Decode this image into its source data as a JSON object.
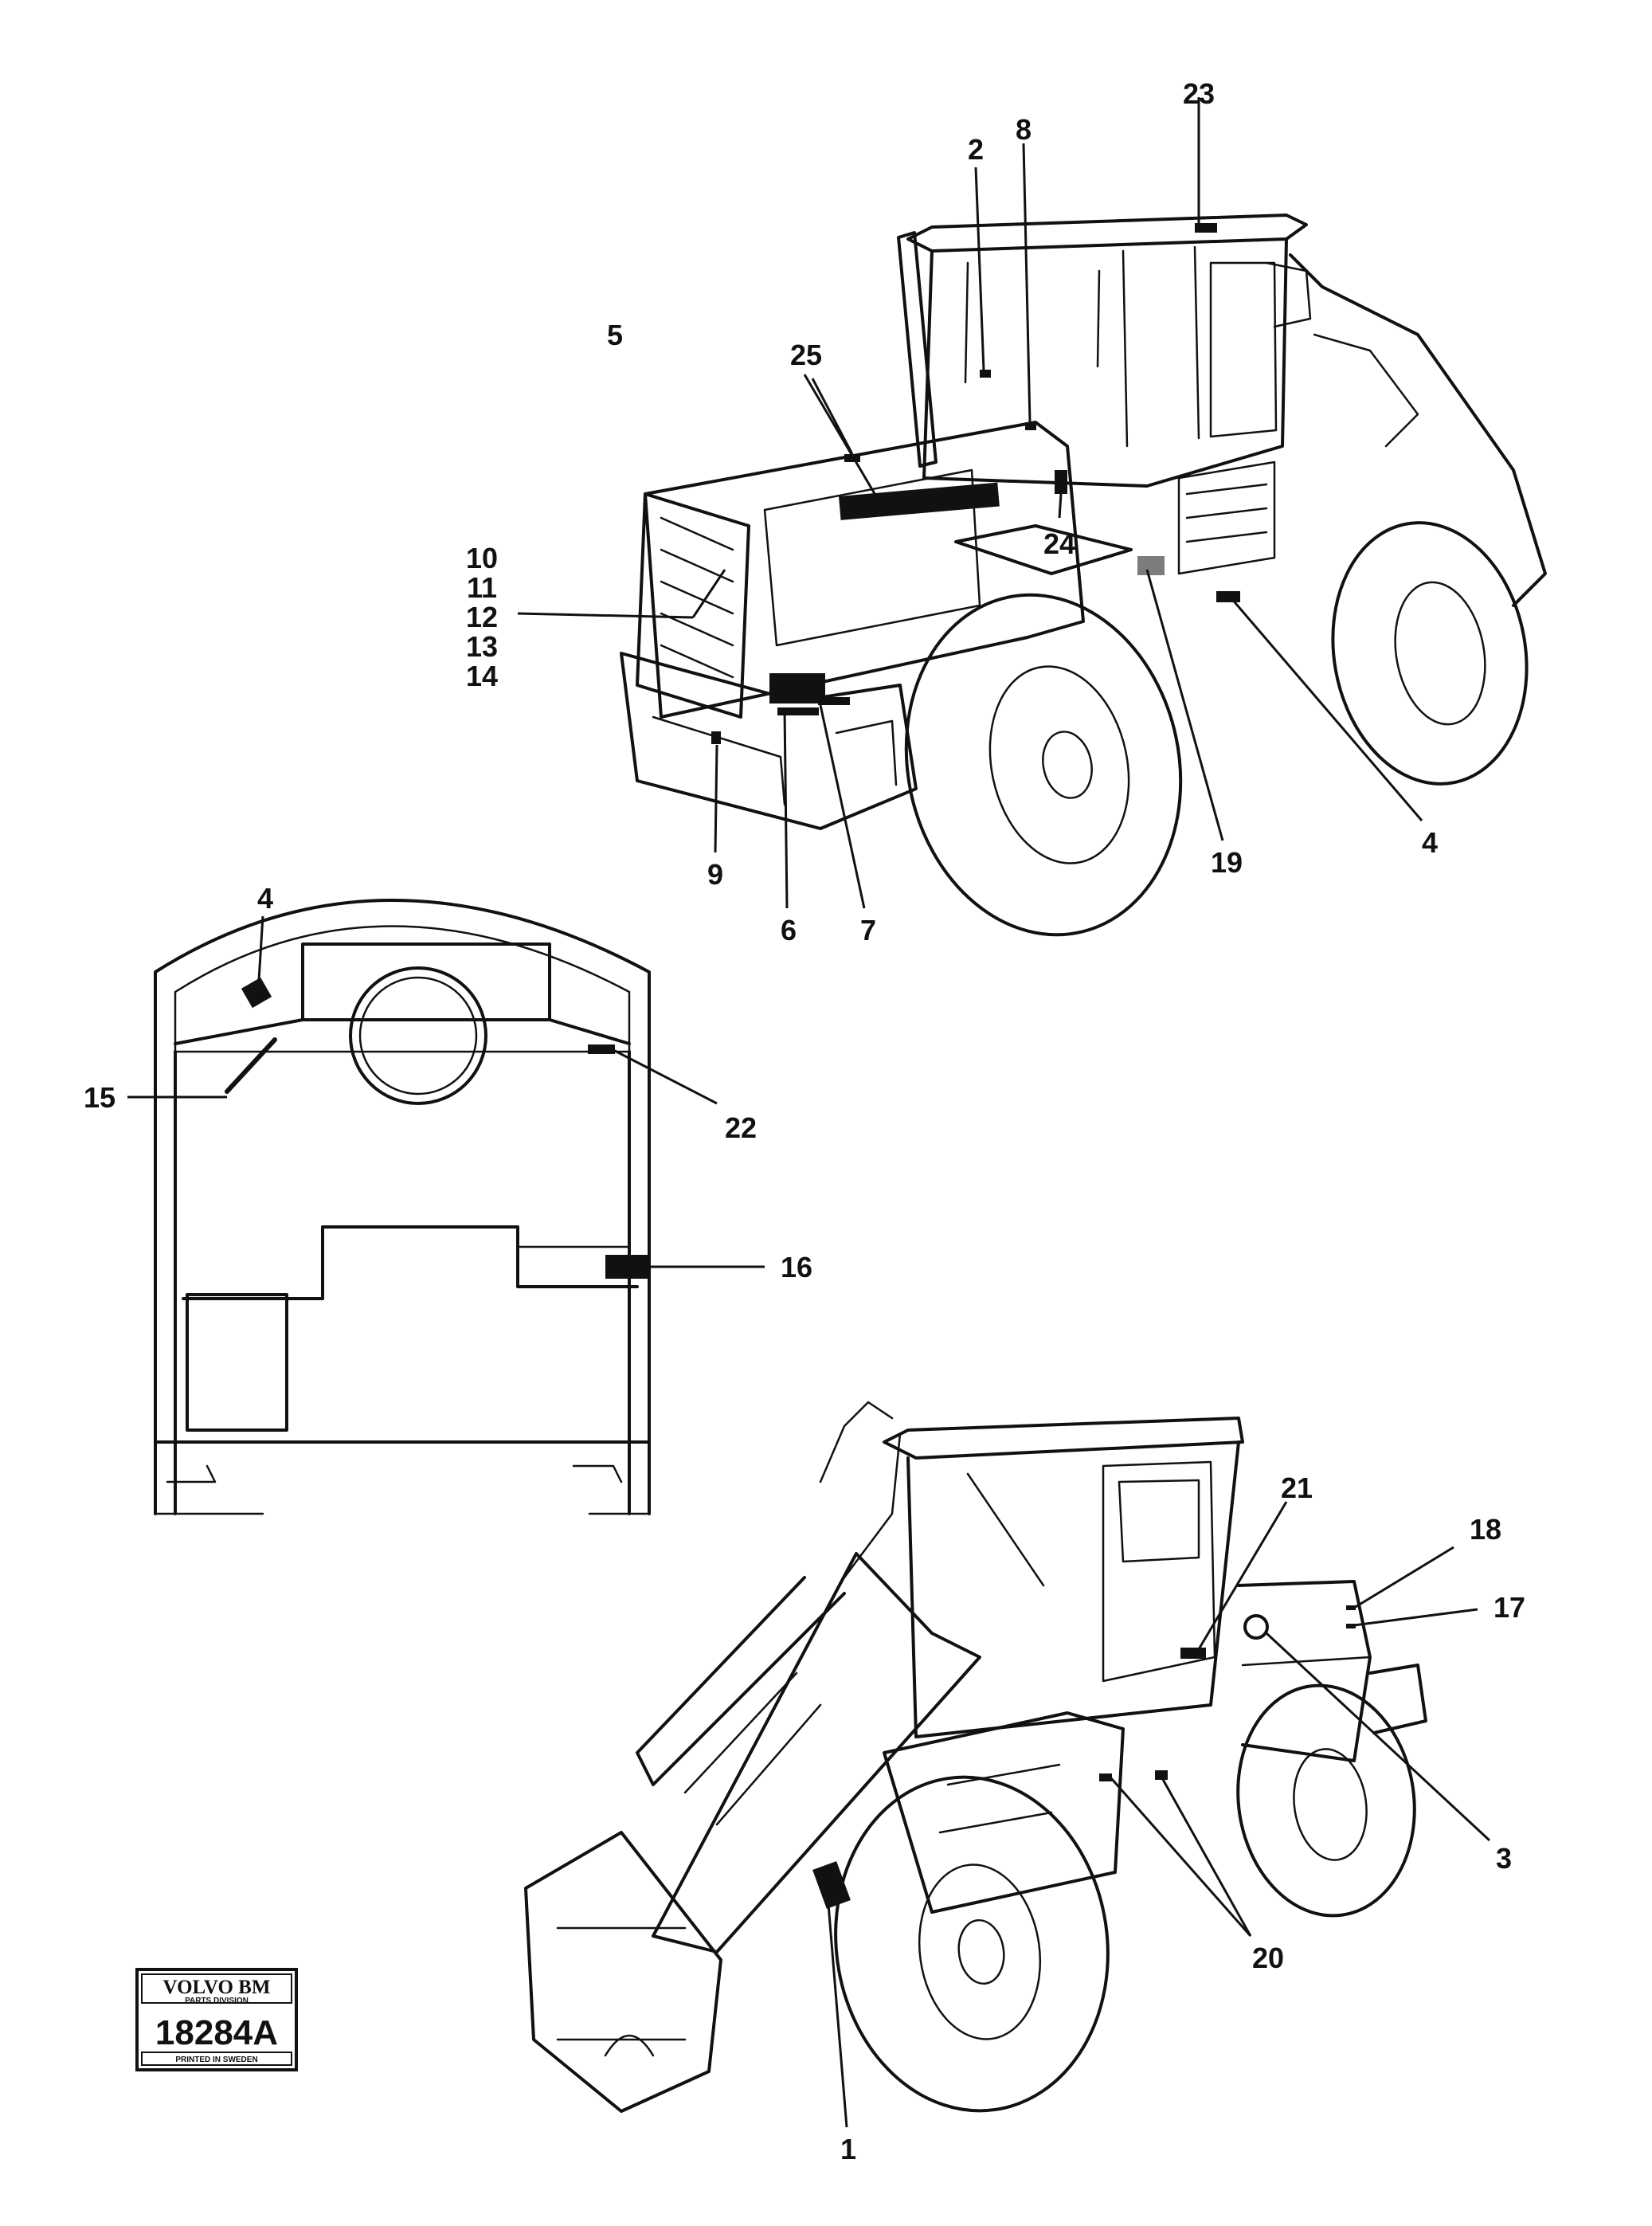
{
  "callouts": {
    "c1": "1",
    "c2": "2",
    "c3": "3",
    "c4a": "4",
    "c4b": "4",
    "c5": "5",
    "c6": "6",
    "c7": "7",
    "c8": "8",
    "c9": "9",
    "c10": "10",
    "c11": "11",
    "c12": "12",
    "c13": "13",
    "c14": "14",
    "c15": "15",
    "c16": "16",
    "c17": "17",
    "c18": "18",
    "c19": "19",
    "c20": "20",
    "c21": "21",
    "c22": "22",
    "c23": "23",
    "c24": "24",
    "c25": "25"
  },
  "stamp": {
    "brand": "VOLVO BM",
    "division": "PARTS DIVISION",
    "number": "18284A",
    "printed": "PRINTED IN SWEDEN"
  }
}
